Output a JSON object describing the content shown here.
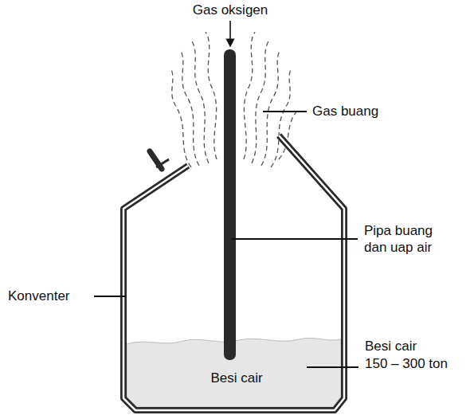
{
  "diagram": {
    "labels": [
      "Gas oksigen",
      "Gas buang",
      "Pipa buang dan uap air",
      "Konventer",
      "Besi cair",
      "150 – 300 ton",
      "Besi cair"
    ]
  }
}
